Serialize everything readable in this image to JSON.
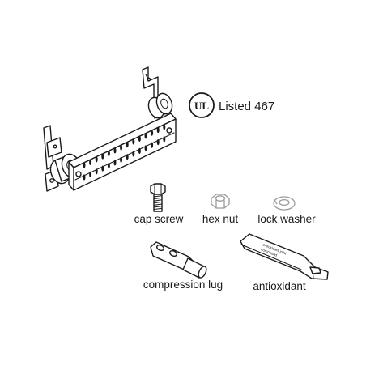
{
  "certification": {
    "logo_text": "UL",
    "listed_text": "Listed 467"
  },
  "components": {
    "cap_screw": "cap screw",
    "hex_nut": "hex nut",
    "lock_washer": "lock washer",
    "compression_lug": "compression lug",
    "antioxidant": "antioxidant"
  },
  "tube_print": {
    "line1": "antioxidant joint",
    "line2": "compound"
  }
}
